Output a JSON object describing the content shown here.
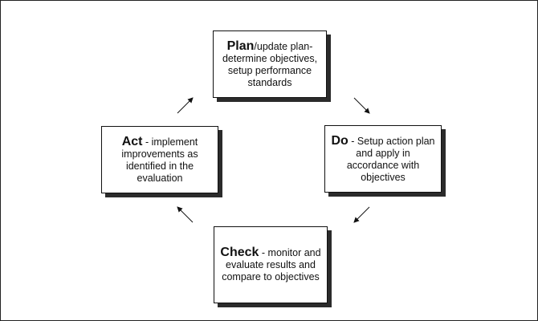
{
  "diagram": {
    "plan": {
      "head": "Plan",
      "text": "/update plan-determine objectives, setup performance standards"
    },
    "do": {
      "head": "Do",
      "text": " - Setup action plan and apply in accordance with objectives"
    },
    "check": {
      "head": "Check",
      "text": " - monitor and evaluate results and compare to objectives"
    },
    "act": {
      "head": "Act",
      "text": " - implement improvements as identified in the evaluation"
    }
  }
}
